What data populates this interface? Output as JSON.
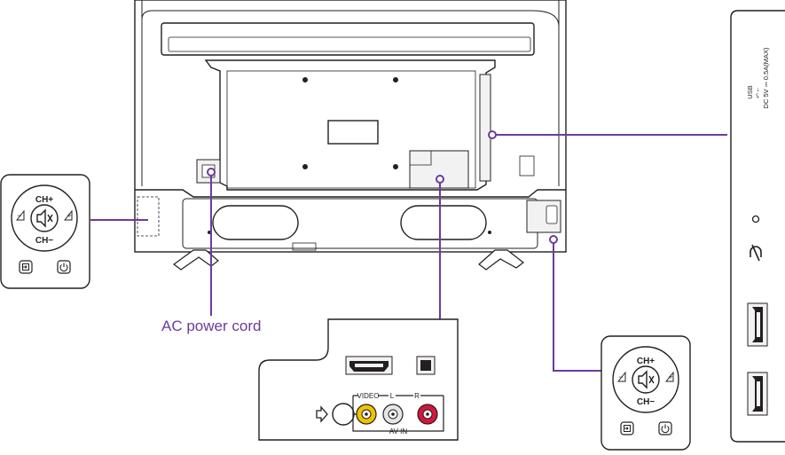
{
  "callouts": {
    "ac_power_cord": "AC power cord"
  },
  "controls": {
    "ch_up": "CH+",
    "ch_down": "CH−",
    "vol_up": "+",
    "vol_down": "−"
  },
  "av_panel": {
    "video_label": "VIDEO",
    "left_label": "L",
    "right_label": "R",
    "av_in_label": "AV IN"
  },
  "side_panel": {
    "usb_label": "USB",
    "usb_symbol": "⬿←",
    "usb_rating": "DC 5V ⎓ 0.5A(MAX)"
  },
  "colors": {
    "callout_line": "#6c3b9c",
    "outline": "#231f20",
    "panel_fill": "#f2f2f2",
    "composite_yellow": "#f2c200",
    "composite_red": "#d6163b"
  }
}
